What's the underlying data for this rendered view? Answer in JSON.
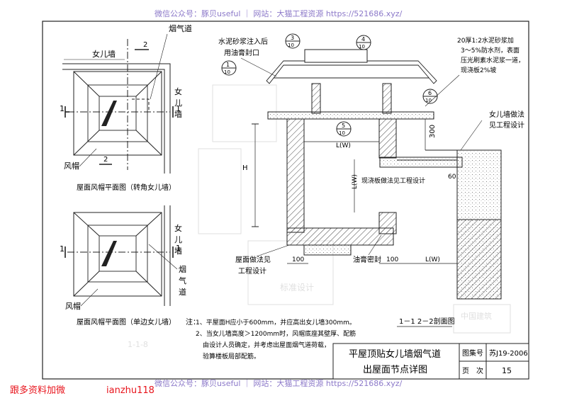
{
  "watermark": {
    "top": "微信公众号：豚贝useful ｜ 网站：大猫工程资源 https://521686.xyz/",
    "bottom": "微信公众号：豚贝useful ｜ 网站：大猫工程资源 https://521686.xyz/"
  },
  "promo": {
    "text": "跟多资料加微",
    "id": "ianzhu118"
  },
  "plan1": {
    "title": "屋面风帽平面图（转角女儿墙）",
    "wall": "女儿墙",
    "flue": "烟气道",
    "wall_side": [
      "女",
      "儿",
      "墙"
    ],
    "cap": "风帽",
    "mark1": "1",
    "mark2": "2",
    "sec2": "2"
  },
  "plan2": {
    "title": "屋面风帽平面图（单边女儿墙）",
    "wall_side": [
      "女",
      "儿",
      "墙"
    ],
    "flue_side": [
      "烟",
      "气",
      "道"
    ],
    "cap": "风帽",
    "mark1": "1"
  },
  "section": {
    "title": "1－1 2－2剖面图",
    "grout_note": [
      "水泥砂浆注入后",
      "用油膏封口"
    ],
    "mortar_note": [
      "20厚1:2水泥砂浆加",
      "3～5%防水剂，表面",
      "压光刷素水泥浆一道，",
      "现浇板2%坡"
    ],
    "wall_finish": [
      "女儿墙做法",
      "见工程设计"
    ],
    "slab_note": "现浇板做法见工程设计",
    "roof_note": [
      "屋面做法见",
      "工程设计"
    ],
    "seal_note": "油膏密封",
    "dim_300": "300",
    "dim_60": "60",
    "dim_100a": "100",
    "dim_100b": "100",
    "dim_H": "H",
    "dim_LW1": "L(W)",
    "dim_LW2": "L(W)",
    "dim_LW3": "L(W)",
    "callouts": [
      {
        "num": "1",
        "den": "10"
      },
      {
        "num": "3",
        "den": "10"
      },
      {
        "num": "4",
        "den": "10"
      },
      {
        "num": "5",
        "den": "10"
      },
      {
        "num": "6",
        "den": "10"
      }
    ]
  },
  "notes": {
    "label": "注：",
    "items": [
      "1、平屋面H应小于600mm，并应高出女儿墙300mm。",
      "2、当女儿墙高度＞1200mm时，风帽底座其壁厚、配筋",
      "由设计人员确定，并考虑出屋面烟气道荷载，",
      "验算楼板局部配筋。"
    ]
  },
  "titleblock": {
    "title_line1": "平屋顶贴女儿墙烟气道",
    "title_line2": "出屋面节点详图",
    "set_label": "图集号",
    "set_value": "苏J19-2006",
    "page_label": "页　次",
    "page_value": "15"
  },
  "bg_fragments": [
    "1-1-8",
    "中国建筑",
    "标准设计"
  ]
}
